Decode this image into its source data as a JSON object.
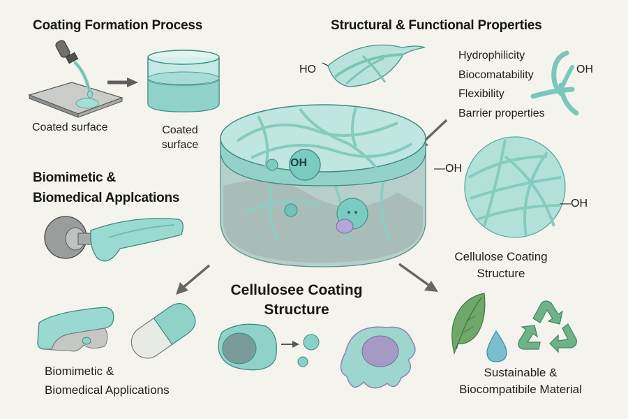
{
  "sections": {
    "coating_formation": {
      "title": "Coating Formation Process",
      "label_surface": "Coated surface",
      "label_container_line1": "Coated",
      "label_container_line2": "surface"
    },
    "structural_properties": {
      "title": "Structural & Functional Properties",
      "ho_label": "HO",
      "oh_label": "OH",
      "properties": [
        "Hydrophilicity",
        "Biocomatability",
        "Flexibility",
        "Barrier properties"
      ]
    },
    "biomimetic_top": {
      "title_line1": "Biomimetic &",
      "title_line2": "Biomedical Applcations"
    },
    "central_disc": {
      "oh_label": "OH"
    },
    "sphere": {
      "oh_left": "—OH",
      "oh_right": "—OH",
      "caption_line1": "Cellulose Coating",
      "caption_line2": "Structure"
    },
    "center_bottom": {
      "title_line1": "Cellulosee Coating",
      "title_line2": "Structure"
    },
    "biomimetic_bottom": {
      "caption_line1": "Biomimetic &",
      "caption_line2": "Biomedical Applications"
    },
    "sustainable": {
      "caption_line1": "Sustainable &",
      "caption_line2": "Biocompatibile Material",
      "icons": [
        "leaf-icon",
        "water-drop-icon",
        "recycle-icon"
      ]
    }
  },
  "colors": {
    "background": "#f4f3ee",
    "teal": "#8fd3c8",
    "teal_dark": "#4e9e94",
    "arrow_gray": "#6b6b6b",
    "leaf_green": "#5f9e5a",
    "purple": "#a59ac4"
  }
}
